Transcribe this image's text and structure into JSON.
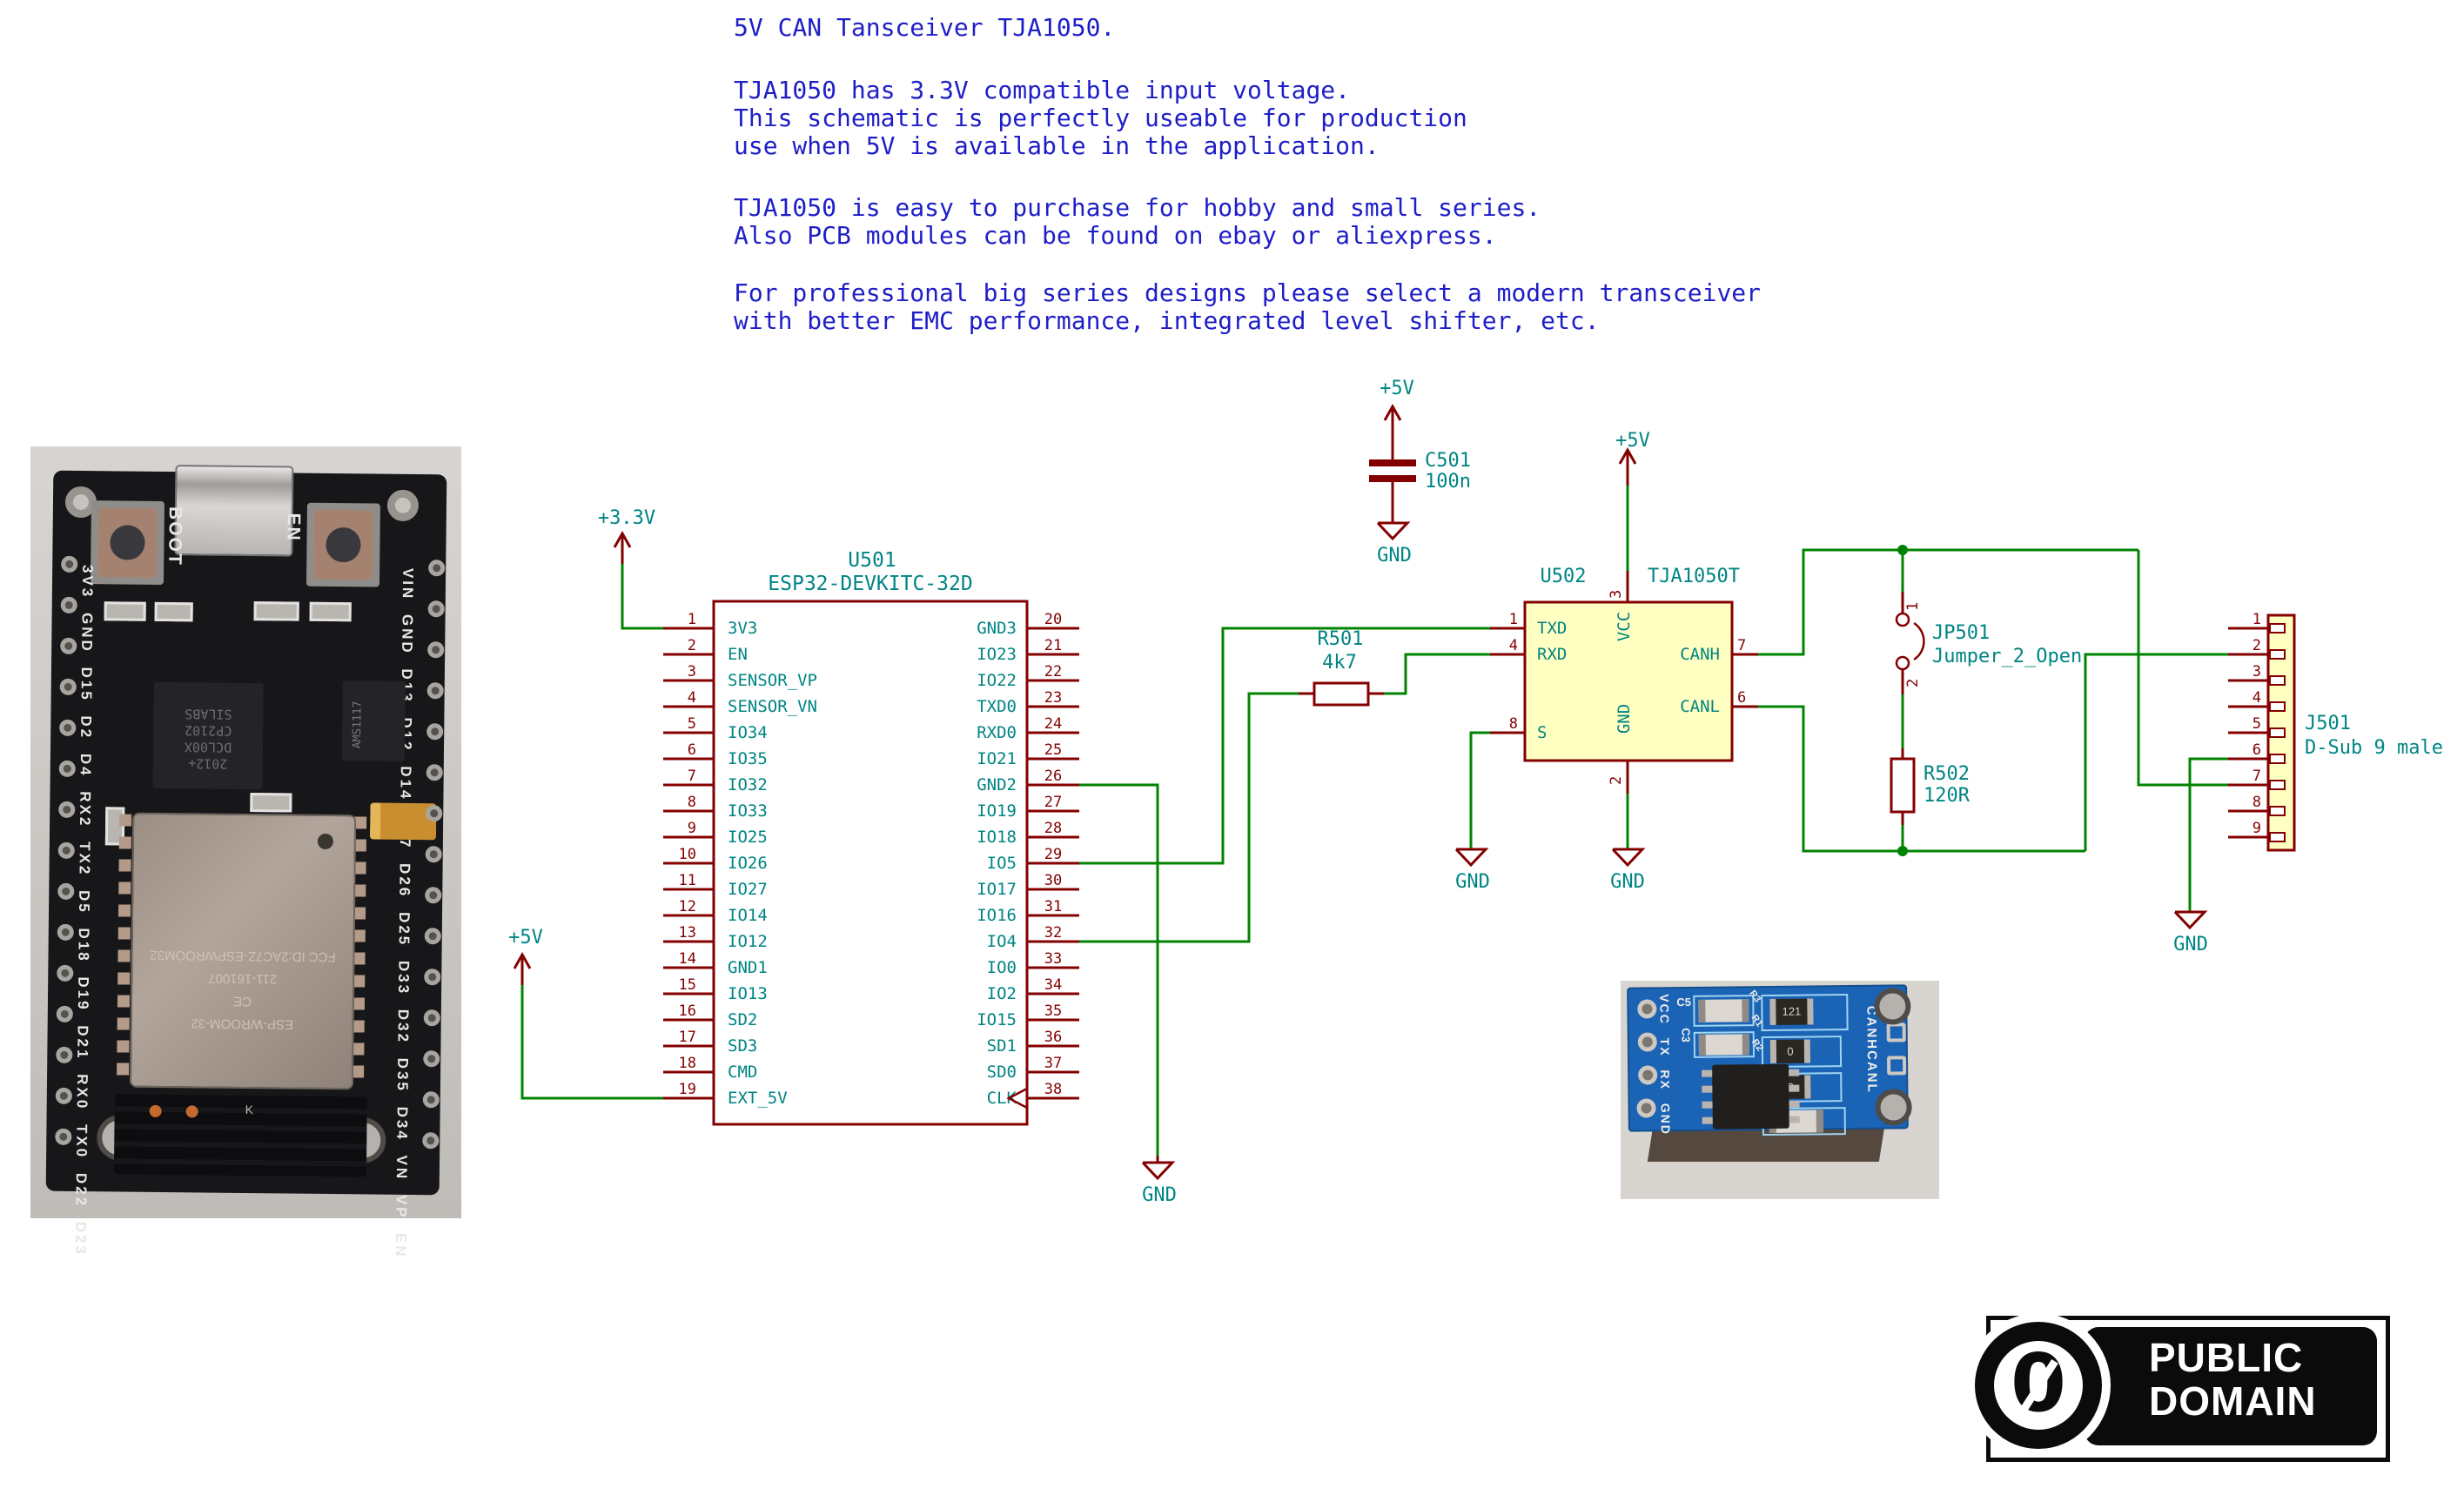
{
  "notes": {
    "lines": [
      "5V CAN Tansceiver TJA1050.",
      "TJA1050 has 3.3V compatible input voltage.",
      "This schematic is perfectly useable for production",
      "use when 5V is available in the application.",
      "TJA1050 is easy to purchase for hobby and small series.",
      "Also PCB modules can be found on ebay or aliexpress.",
      "For professional big series designs please select a modern transceiver",
      "with better EMC performance, integrated level shifter, etc."
    ]
  },
  "colors": {
    "wire": "#008400",
    "component": "#840000",
    "label": "#008484",
    "notes_text": "#1e1ec8",
    "symbol_fill": "#ffffc2",
    "background": "#ffffff"
  },
  "schematic": {
    "u501": {
      "ref": "U501",
      "value": "ESP32-DEVKITC-32D",
      "pins_left": [
        {
          "n": "1",
          "name": "3V3"
        },
        {
          "n": "2",
          "name": "EN"
        },
        {
          "n": "3",
          "name": "SENSOR_VP"
        },
        {
          "n": "4",
          "name": "SENSOR_VN"
        },
        {
          "n": "5",
          "name": "IO34"
        },
        {
          "n": "6",
          "name": "IO35"
        },
        {
          "n": "7",
          "name": "IO32"
        },
        {
          "n": "8",
          "name": "IO33"
        },
        {
          "n": "9",
          "name": "IO25"
        },
        {
          "n": "10",
          "name": "IO26"
        },
        {
          "n": "11",
          "name": "IO27"
        },
        {
          "n": "12",
          "name": "IO14"
        },
        {
          "n": "13",
          "name": "IO12"
        },
        {
          "n": "14",
          "name": "GND1"
        },
        {
          "n": "15",
          "name": "IO13"
        },
        {
          "n": "16",
          "name": "SD2"
        },
        {
          "n": "17",
          "name": "SD3"
        },
        {
          "n": "18",
          "name": "CMD"
        },
        {
          "n": "19",
          "name": "EXT_5V"
        }
      ],
      "pins_right": [
        {
          "n": "20",
          "name": "GND3"
        },
        {
          "n": "21",
          "name": "IO23"
        },
        {
          "n": "22",
          "name": "IO22"
        },
        {
          "n": "23",
          "name": "TXD0"
        },
        {
          "n": "24",
          "name": "RXD0"
        },
        {
          "n": "25",
          "name": "IO21"
        },
        {
          "n": "26",
          "name": "GND2"
        },
        {
          "n": "27",
          "name": "IO19"
        },
        {
          "n": "28",
          "name": "IO18"
        },
        {
          "n": "29",
          "name": "IO5"
        },
        {
          "n": "30",
          "name": "IO17"
        },
        {
          "n": "31",
          "name": "IO16"
        },
        {
          "n": "32",
          "name": "IO4"
        },
        {
          "n": "33",
          "name": "IO0"
        },
        {
          "n": "34",
          "name": "IO2"
        },
        {
          "n": "35",
          "name": "IO15"
        },
        {
          "n": "36",
          "name": "SD1"
        },
        {
          "n": "37",
          "name": "SD0"
        },
        {
          "n": "38",
          "name": "CLK"
        }
      ]
    },
    "u502": {
      "ref": "U502",
      "value": "TJA1050T",
      "pins_left": [
        {
          "n": "1",
          "name": "TXD"
        },
        {
          "n": "4",
          "name": "RXD"
        },
        {
          "n": "8",
          "name": "S"
        }
      ],
      "pins_right": [
        {
          "n": "7",
          "name": "CANH"
        },
        {
          "n": "6",
          "name": "CANL"
        }
      ],
      "pin_top": {
        "n": "3",
        "name": "VCC"
      },
      "pin_bottom": {
        "n": "2",
        "name": "GND"
      }
    },
    "j501": {
      "ref": "J501",
      "value": "D-Sub 9 male",
      "pins": [
        "1",
        "2",
        "3",
        "4",
        "5",
        "6",
        "7",
        "8",
        "9"
      ]
    },
    "r501": {
      "ref": "R501",
      "value": "4k7"
    },
    "r502": {
      "ref": "R502",
      "value": "120R"
    },
    "c501": {
      "ref": "C501",
      "value": "100n"
    },
    "jp501": {
      "ref": "JP501",
      "value": "Jumper_2_Open",
      "pin1": "1",
      "pin2": "2"
    },
    "power": {
      "v33": "+3.3V",
      "v5": "+5V",
      "gnd": "GND"
    }
  },
  "esp32_photo": {
    "boot_label": "BOOT",
    "en_label": "EN",
    "left_pin_labels": "3V3 GND D15 D2 D4 RX2 TX2 D5 D18 D19 D21 RX0 TX0 D22 D23",
    "right_pin_labels": "VIN GND D13 D12 D14 D27 D26 D25 D33 D32 D35 D34 VN VP EN",
    "usb_chip_lines": [
      "SILABS",
      "CP2102",
      "DCL00X",
      "2012+"
    ],
    "regulator": "AMS1117",
    "shield_lines": [
      "FCC ID:2AC7Z-ESPWROOM32",
      "211-161007",
      "CE",
      "ESP-WROOM-32"
    ],
    "antenna_mark": "K"
  },
  "module_photo": {
    "left_pins": [
      "VCC",
      "TX",
      "RX",
      "GND"
    ],
    "cap_labels": [
      "C5",
      "C3"
    ],
    "r_labels": [
      "R3",
      "R1",
      "R2"
    ],
    "chip_marks": [
      "121",
      "0",
      "0"
    ],
    "right_labels": [
      "CANH",
      "CANL"
    ]
  },
  "license": {
    "symbol": "0",
    "line1": "PUBLIC",
    "line2": "DOMAIN"
  }
}
